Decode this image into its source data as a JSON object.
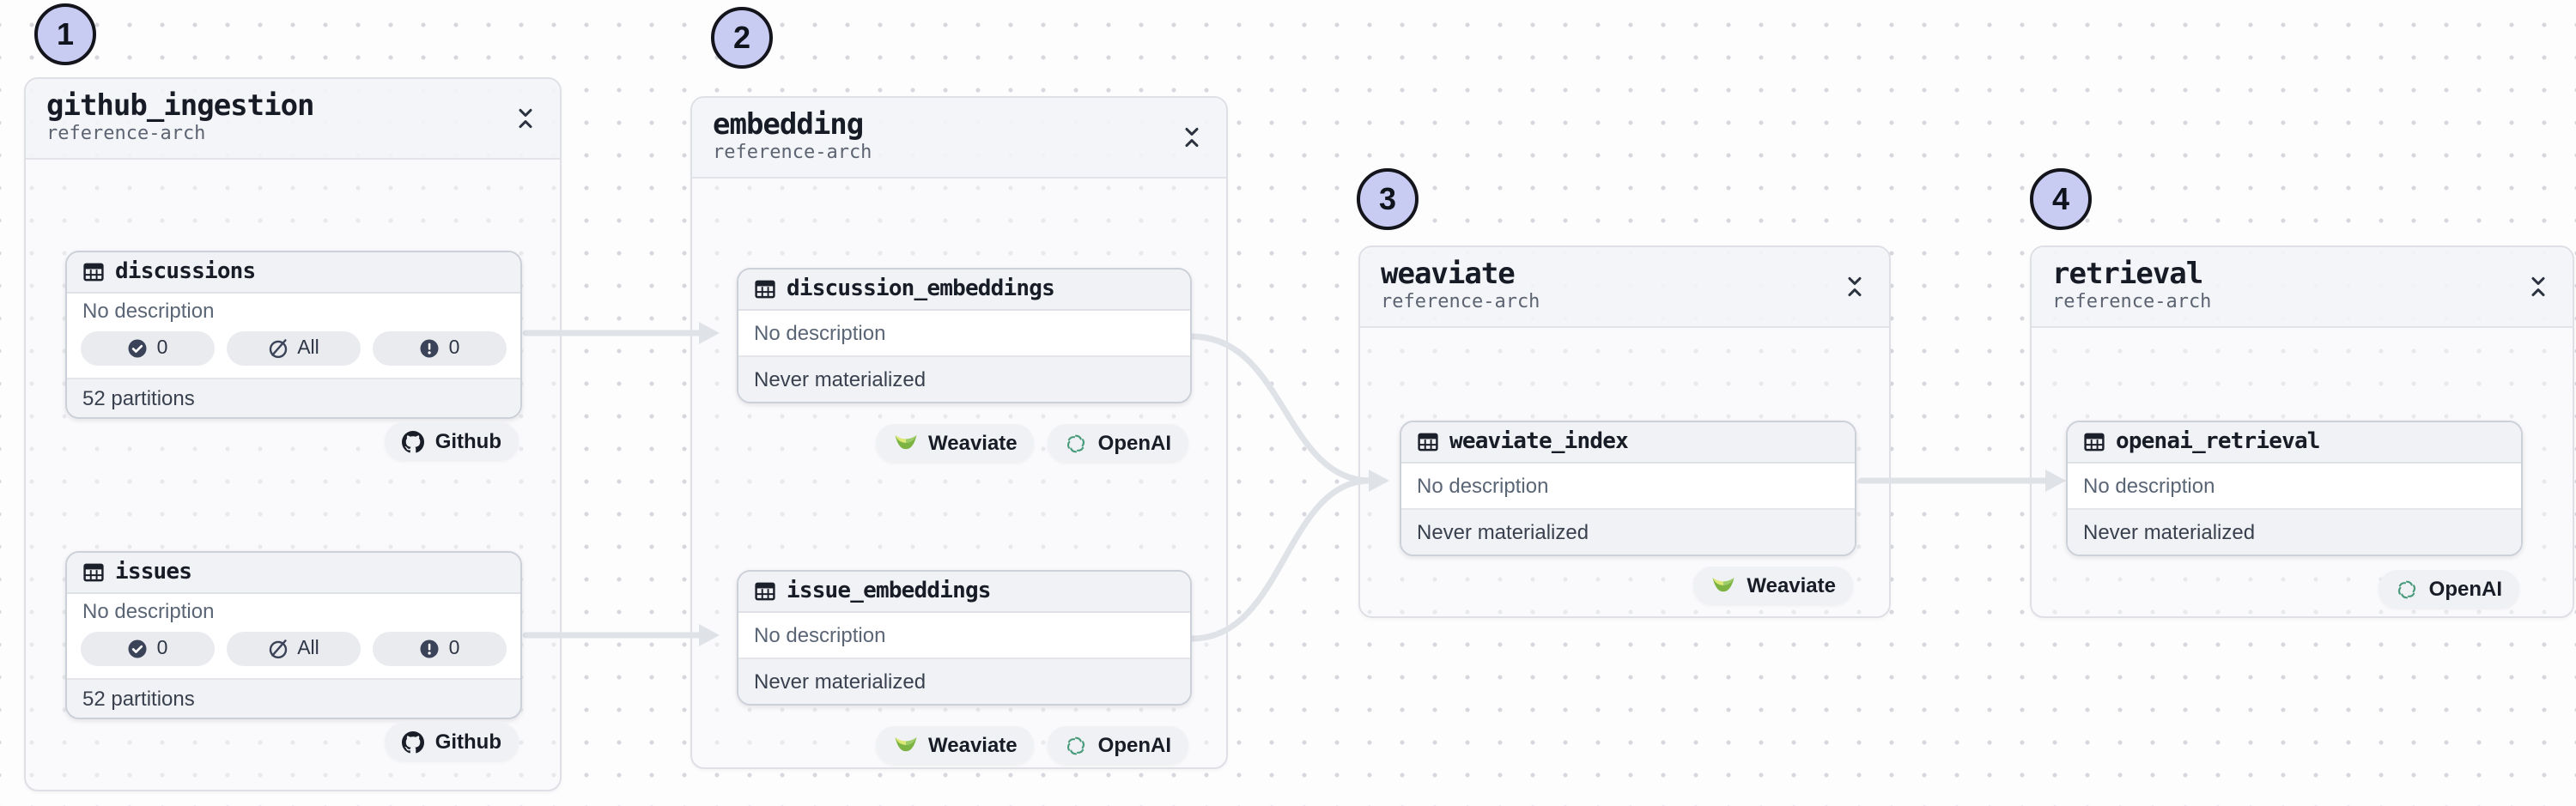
{
  "markers": [
    {
      "label": "1"
    },
    {
      "label": "2"
    },
    {
      "label": "3"
    },
    {
      "label": "4"
    }
  ],
  "groups": [
    {
      "title": "github_ingestion",
      "subtitle": "reference-arch",
      "assets": [
        {
          "name": "discussions",
          "description": "No description",
          "stats": [
            {
              "icon": "check-circle",
              "label": "0"
            },
            {
              "icon": "slash-circle",
              "label": "All"
            },
            {
              "icon": "alert-circle",
              "label": "0"
            }
          ],
          "footer": "52 partitions",
          "tags": [
            {
              "icon": "github",
              "label": "Github"
            }
          ]
        },
        {
          "name": "issues",
          "description": "No description",
          "stats": [
            {
              "icon": "check-circle",
              "label": "0"
            },
            {
              "icon": "slash-circle",
              "label": "All"
            },
            {
              "icon": "alert-circle",
              "label": "0"
            }
          ],
          "footer": "52 partitions",
          "tags": [
            {
              "icon": "github",
              "label": "Github"
            }
          ]
        }
      ]
    },
    {
      "title": "embedding",
      "subtitle": "reference-arch",
      "assets": [
        {
          "name": "discussion_embeddings",
          "description": "No description",
          "footer": "Never materialized",
          "tags": [
            {
              "icon": "weaviate",
              "label": "Weaviate"
            },
            {
              "icon": "openai",
              "label": "OpenAI"
            }
          ]
        },
        {
          "name": "issue_embeddings",
          "description": "No description",
          "footer": "Never materialized",
          "tags": [
            {
              "icon": "weaviate",
              "label": "Weaviate"
            },
            {
              "icon": "openai",
              "label": "OpenAI"
            }
          ]
        }
      ]
    },
    {
      "title": "weaviate",
      "subtitle": "reference-arch",
      "assets": [
        {
          "name": "weaviate_index",
          "description": "No description",
          "footer": "Never materialized",
          "tags": [
            {
              "icon": "weaviate",
              "label": "Weaviate"
            }
          ]
        }
      ]
    },
    {
      "title": "retrieval",
      "subtitle": "reference-arch",
      "assets": [
        {
          "name": "openai_retrieval",
          "description": "No description",
          "footer": "Never materialized",
          "tags": [
            {
              "icon": "openai",
              "label": "OpenAI"
            }
          ]
        }
      ]
    }
  ],
  "edges": [
    {
      "from": "discussions",
      "to": "discussion_embeddings"
    },
    {
      "from": "issues",
      "to": "issue_embeddings"
    },
    {
      "from": "discussion_embeddings",
      "to": "weaviate_index"
    },
    {
      "from": "issue_embeddings",
      "to": "weaviate_index"
    },
    {
      "from": "weaviate_index",
      "to": "openai_retrieval"
    }
  ],
  "colors": {
    "marker_fill": "#c9ccf2",
    "edge": "#dfe2e7",
    "node_border": "#ccd0d8",
    "pill_bg": "#e9ebef",
    "openai_green": "#4a9b7c",
    "weaviate_green": "#7cb342"
  }
}
